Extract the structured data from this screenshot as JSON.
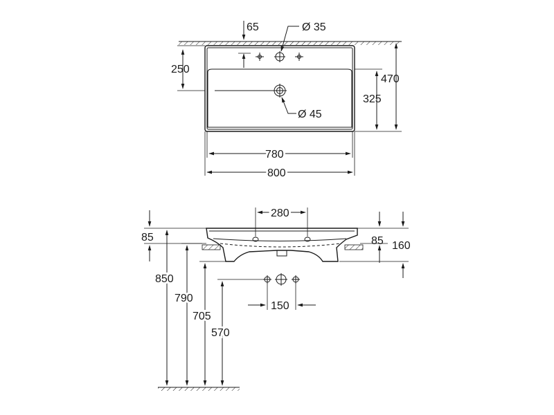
{
  "top_view": {
    "dim_tap_offset": "65",
    "dim_tap_hole": "Ø 35",
    "dim_depth_front": "250",
    "dim_total_depth": "470",
    "dim_bowl_depth": "325",
    "dim_drain": "Ø 45",
    "dim_bowl_width": "780",
    "dim_total_width": "800"
  },
  "side_view": {
    "dim_drain_spacing": "280",
    "dim_rim_height": "85",
    "dim_ceramic_height": "85",
    "dim_total_height": "160",
    "dim_floor_to_rim": "850",
    "dim_floor_to_mount": "790",
    "dim_floor_to_base": "705",
    "dim_floor_to_taps": "570",
    "dim_tap_spacing": "150"
  },
  "colors": {
    "line": "#1a1a1a",
    "background": "#ffffff"
  }
}
